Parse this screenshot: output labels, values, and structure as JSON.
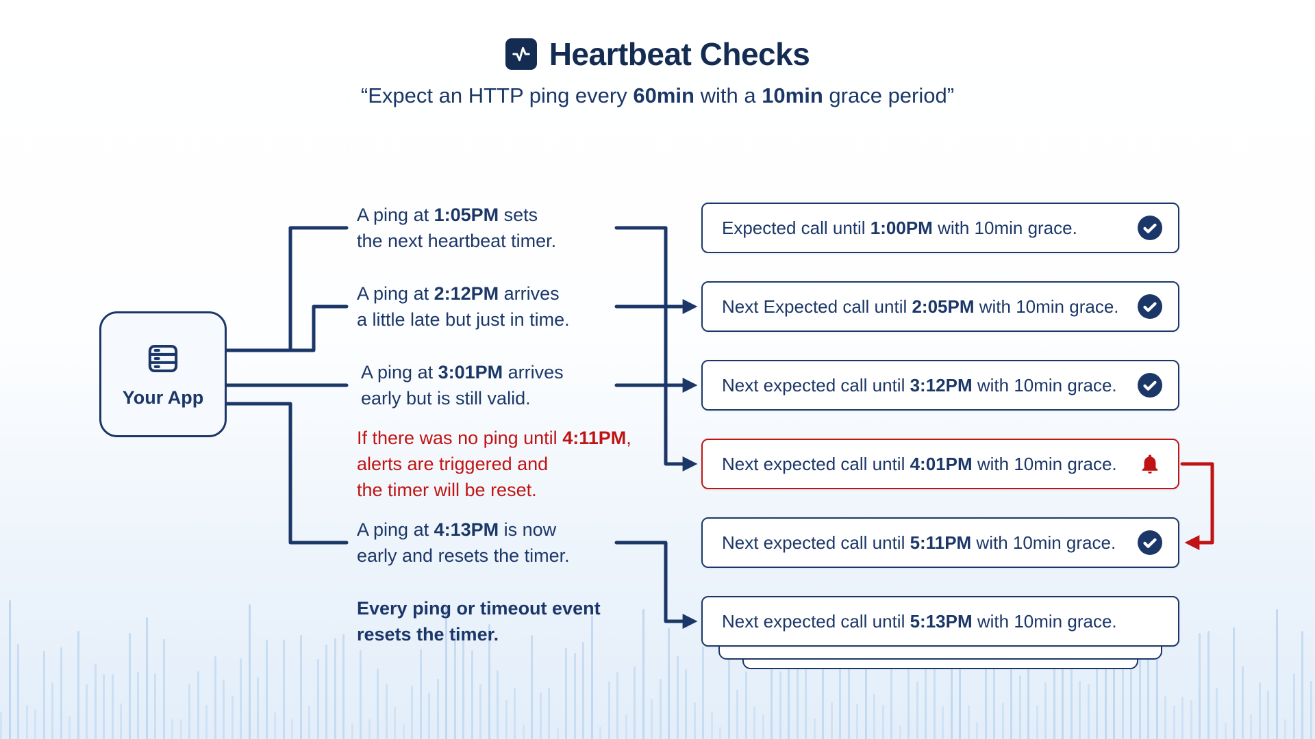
{
  "header": {
    "title": "Heartbeat Checks",
    "subtitle": {
      "q1": "“Expect an HTTP ping every ",
      "interval": "60min",
      "mid": " with a ",
      "grace": "10min",
      "q2": " grace period”"
    }
  },
  "app_box": {
    "label": "Your App"
  },
  "events": [
    {
      "pre": "A ping at ",
      "time": "1:05PM",
      "post": " sets\nthe next heartbeat timer."
    },
    {
      "pre": "A ping at ",
      "time": "2:12PM",
      "post": " arrives\na little late but just in time."
    },
    {
      "pre": "A ping at ",
      "time": "3:01PM",
      "post": " arrives\nearly but is still valid."
    },
    {
      "pre": "If there was no ping until ",
      "time": "4:11PM",
      "post": ",\nalerts are triggered and\nthe timer will be reset."
    },
    {
      "pre": "A ping at ",
      "time": "4:13PM",
      "post": " is now\nearly and resets the timer."
    },
    {
      "pre": "",
      "time": "",
      "post": "Every ping or timeout event\nresets the timer."
    }
  ],
  "cards": [
    {
      "pre": "Expected call until ",
      "time": "1:00PM",
      "post": " with 10min grace.",
      "icon": "check"
    },
    {
      "pre": "Next Expected call until ",
      "time": "2:05PM",
      "post": " with 10min grace.",
      "icon": "check"
    },
    {
      "pre": "Next expected call until ",
      "time": "3:12PM",
      "post": " with 10min grace.",
      "icon": "check"
    },
    {
      "pre": "Next expected call until ",
      "time": "4:01PM",
      "post": " with 10min grace.",
      "icon": "bell"
    },
    {
      "pre": "Next expected call until ",
      "time": "5:11PM",
      "post": " with 10min grace.",
      "icon": "check"
    },
    {
      "pre": "Next expected call until ",
      "time": "5:13PM",
      "post": " with 10min grace.",
      "icon": "none"
    }
  ],
  "icons": {
    "title": "heartbeat-pulse",
    "app": "server",
    "ok": "check-circle",
    "alert": "bell"
  },
  "colors": {
    "navy": "#1b3768",
    "navy_dark": "#142b52",
    "red": "#c01414",
    "card_background": "#ffffff",
    "waveform": "#aecdeb"
  }
}
